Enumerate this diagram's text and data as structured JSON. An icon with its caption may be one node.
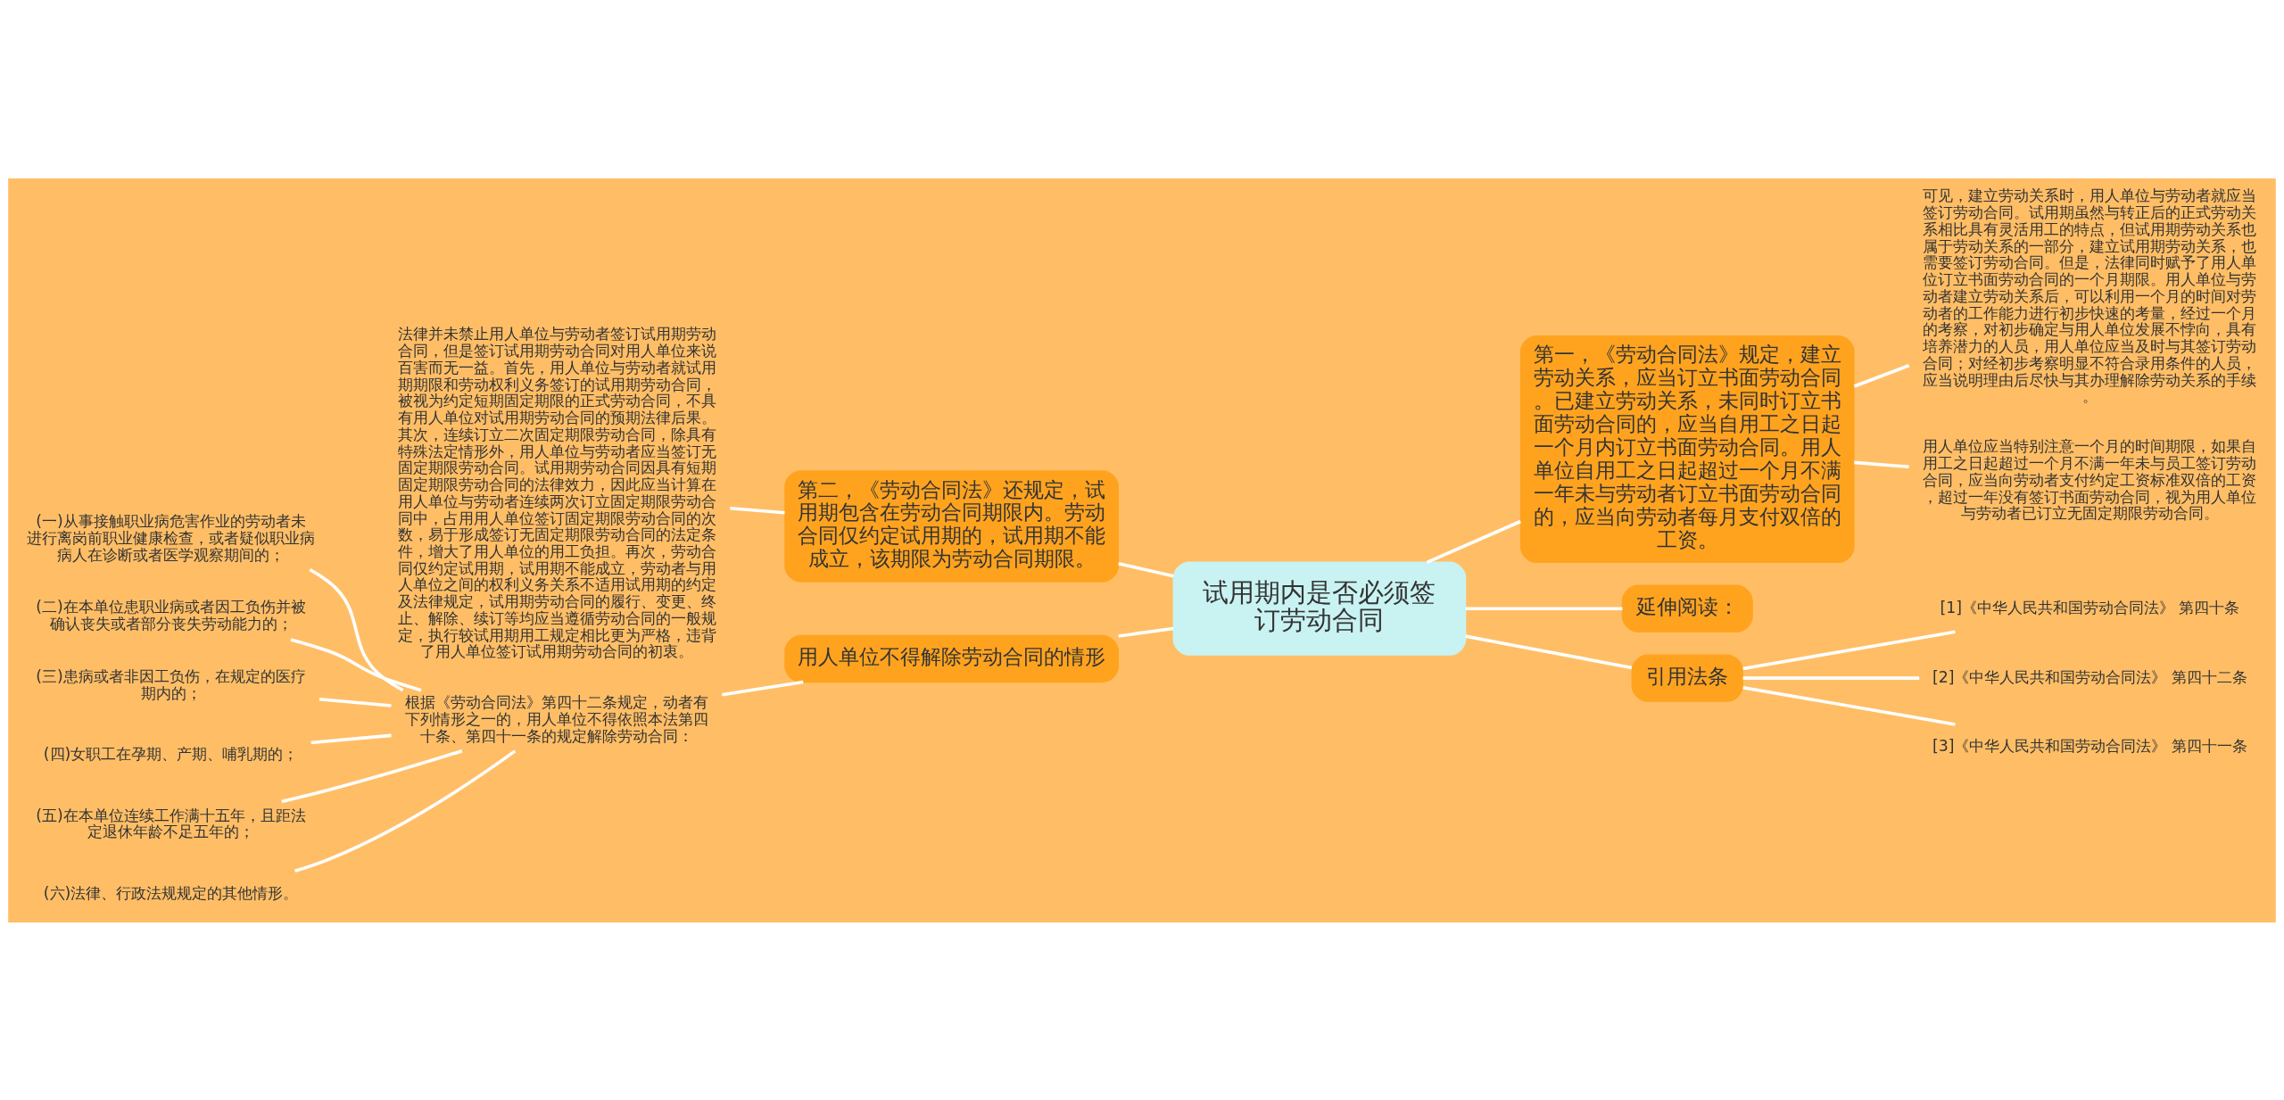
{
  "diagram": {
    "nodes": [
      {
        "text": [
          "试用期内是否必须签订劳动合同"
        ]
      },
      {
        "text": [
          "第二，《劳动合同法》还规定，试用期包含在劳动合同期限内。劳动合同仅约定试用期的，试用期不能成立，该期限为劳动合同期限。"
        ]
      },
      {
        "text": [
          "法律并未禁止用人单位与劳动者签订试用期劳动合同，但是签订试用期劳动合同对用人单位来说百害而无一益。首先，用人单位与劳动者就试用期期限和劳动权利义务签订的试用期劳动合同，被视为约定短期固定期限的正式劳动合同，不具有用人单位对试用期劳动合同的预期法律后果。其次，连续订立二次固定期限劳动合同，除具有特殊法定情形外，用人单位与劳动者应当签订无固定期限劳动合同。试用期劳动合同因具有短期固定期限劳动合同的法律效力，因此应当计算在用人单位与劳动者连续两次订立固定期限劳动合同中，占用用人单位签订固定期限劳动合同的次数，易于形成签订无固定期限劳动合同的法定条件，增大了用人单位的用工负担。再次，劳动合同仅约定试用期，试用期不能成立，劳动者与用人单位之间的权利义务关系不适用试用期的约定及法律规定，试用期劳动合同的履行、变更、终止、解除、续订等均应当遵循劳动合同的一般规定，执行较试用期用工规定相比更为严格，违背了用人单位签订试用期劳动合同的初衷。"
        ]
      },
      {
        "text": [
          "用人单位不得解除劳动合同的情形"
        ]
      },
      {
        "text": [
          "根据《劳动合同法》第四十二条规定，动者有下列情形之一的，用人单位不得依照本法第四十条、第四十一条的规定解除劳动合同："
        ]
      },
      {
        "text": [
          "(一)从事接触职业病危害作业的劳动者未进行离岗前职业健康检查，或者疑似职业病病人在诊断或者医学观察期间的；"
        ]
      },
      {
        "text": [
          "(二)在本单位患职业病或者因工负伤并被确认丧失或者部分丧失劳动能力的；"
        ]
      },
      {
        "text": [
          "(三)患病或者非因工负伤，在规定的医疗期内的；"
        ]
      },
      {
        "text": [
          "(四)女职工在孕期、产期、哺乳期的；"
        ]
      },
      {
        "text": [
          "(五)在本单位连续工作满十五年，且距法定退休年龄不足五年的；"
        ]
      },
      {
        "text": [
          "(六)法律、行政法规规定的其他情形。"
        ]
      },
      {
        "text": [
          "第一，《劳动合同法》规定，建立劳动关系，应当订立书面劳动合同。已建立劳动关系，未同时订立书面劳动合同的，应当自用工之日起一个月内订立书面劳动合同。用人单位自用工之日起超过一个月不满一年未与劳动者订立书面劳动合同的，应当向劳动者每月支付双倍的工资。"
        ]
      },
      {
        "text": [
          "可见，建立劳动关系时，用人单位与劳动者就应当签订劳动合同。试用期虽然与转正后的正式劳动关系相比具有灵活用工的特点，但试用期劳动关系也属于劳动关系的一部分，建立试用期劳动关系，也需要签订劳动合同。但是，法律同时赋予了用人单位订立书面劳动合同的一个月期限。用人单位与劳动者建立劳动关系后，可以利用一个月的时间对劳动者的工作能力进行初步快速的考量，经过一个月的考察，对初步确定与用人单位发展不悖向，具有培养潜力的人员，用人单位应当及时与其签订劳动合同；对经初步考察明显不符合录用条件的人员，应当说明理由后尽快与其办理解除劳动关系的手续。"
        ]
      },
      {
        "text": [
          "用人单位应当特别注意一个月的时间期限，如果自用工之日起超过一个月不满一年未与员工签订劳动合同，应当向劳动者支付约定工资标准双倍的工资，超过一年没有签订书面劳动合同，视为用人单位与劳动者已订立无固定期限劳动合同。"
        ]
      },
      {
        "text": [
          "延伸阅读："
        ]
      },
      {
        "text": [
          "引用法条"
        ]
      },
      {
        "text": [
          "[1]《中华人民共和国劳动合同法》 第四十条"
        ]
      },
      {
        "text": [
          "[2]《中华人民共和国劳动合同法》 第四十二条"
        ]
      },
      {
        "text": [
          "[3]《中华人民共和国劳动合同法》 第四十一条"
        ]
      }
    ],
    "edges": [
      {
        "from": 0,
        "to": 1,
        "arrow": "none"
      },
      {
        "from": 1,
        "to": 2,
        "arrow": "none"
      },
      {
        "from": 0,
        "to": 3,
        "arrow": "none"
      },
      {
        "from": 3,
        "to": 4,
        "arrow": "none"
      },
      {
        "from": 4,
        "to": 5,
        "arrow": "none"
      },
      {
        "from": 4,
        "to": 6,
        "arrow": "none"
      },
      {
        "from": 4,
        "to": 7,
        "arrow": "none"
      },
      {
        "from": 4,
        "to": 8,
        "arrow": "none"
      },
      {
        "from": 4,
        "to": 9,
        "arrow": "none"
      },
      {
        "from": 4,
        "to": 10,
        "arrow": "none"
      },
      {
        "from": 0,
        "to": 11,
        "arrow": "none"
      },
      {
        "from": 11,
        "to": 12,
        "arrow": "none"
      },
      {
        "from": 11,
        "to": 13,
        "arrow": "none"
      },
      {
        "from": 0,
        "to": 14,
        "arrow": "none"
      },
      {
        "from": 0,
        "to": 15,
        "arrow": "none"
      },
      {
        "from": 15,
        "to": 16,
        "arrow": "none"
      },
      {
        "from": 15,
        "to": 17,
        "arrow": "none"
      },
      {
        "from": 15,
        "to": 18,
        "arrow": "none"
      }
    ]
  }
}
